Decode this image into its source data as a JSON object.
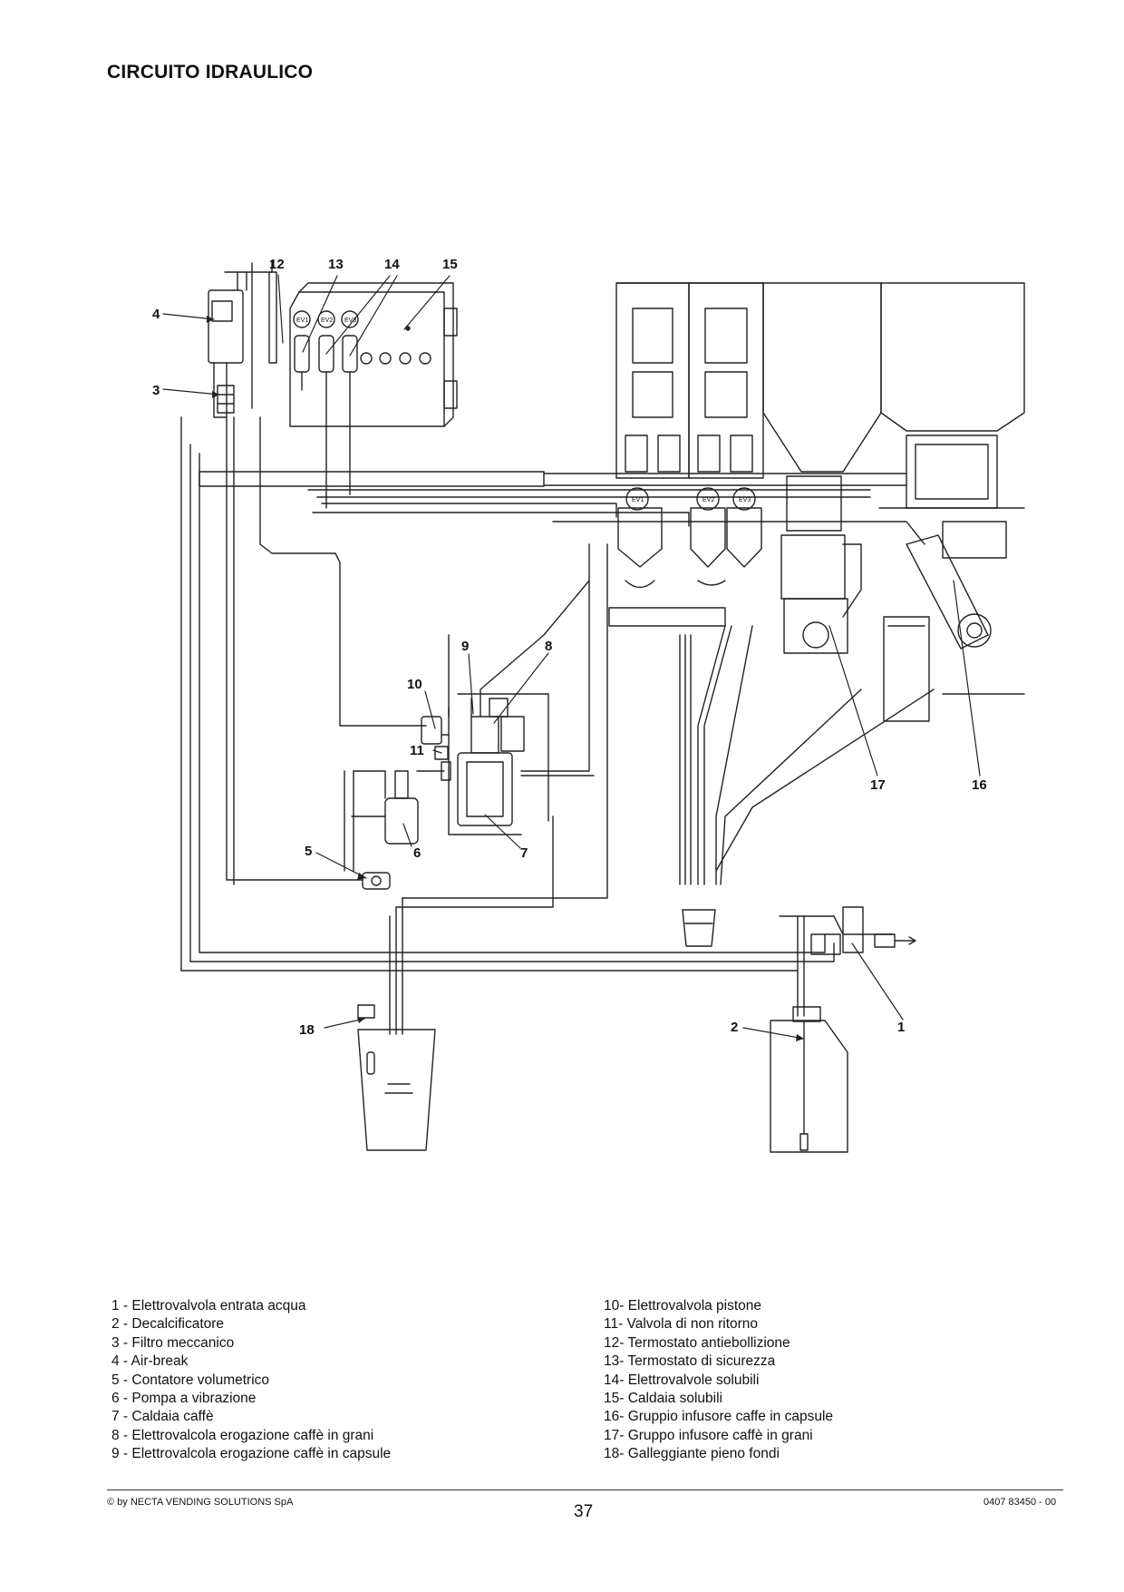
{
  "title": "CIRCUITO IDRAULICO",
  "callouts": [
    "1",
    "2",
    "3",
    "4",
    "5",
    "6",
    "7",
    "8",
    "9",
    "10",
    "11",
    "12",
    "13",
    "14",
    "15",
    "16",
    "17",
    "18"
  ],
  "valve_labels": [
    "EV1",
    "EV2",
    "EV3",
    "EV1",
    "EV2",
    "EV3"
  ],
  "legend_left": [
    "1 - Elettrovalvola entrata acqua",
    "2 - Decalcificatore",
    "3 - Filtro meccanico",
    "4 - Air-break",
    "5 - Contatore volumetrico",
    "6 - Pompa a vibrazione",
    "7 - Caldaia caffè",
    "8 - Elettrovalcola erogazione caffè in grani",
    "9 - Elettrovalcola erogazione caffè in capsule"
  ],
  "legend_right": [
    "10- Elettrovalvola pistone",
    "11- Valvola di non ritorno",
    "12- Termostato antiebollizione",
    "13- Termostato di sicurezza",
    "14- Elettrovalvole solubili",
    "15- Caldaia solubili",
    "16- Gruppio infusore caffe in capsule",
    "17- Gruppo infusore caffè in grani",
    "18- Galleggiante pieno fondi"
  ],
  "footer": {
    "copyright": "© by NECTA VENDING SOLUTIONS SpA",
    "page": "37",
    "code": "0407 83450 - 00"
  }
}
